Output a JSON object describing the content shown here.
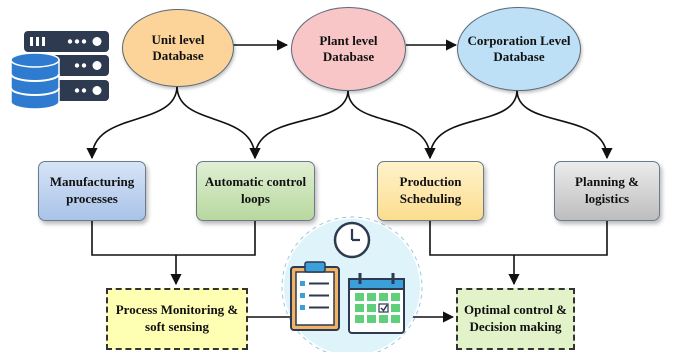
{
  "databases": {
    "unit": "Unit level\nDatabase",
    "plant": "Plant level\nDatabase",
    "corporation": "Corporation Level\nDatabase"
  },
  "processes": {
    "manufacturing": "Manufacturing\nprocesses",
    "automatic_control": "Automatic control\nloops",
    "production": "Production\nScheduling",
    "planning": "Planning &\nlogistics"
  },
  "outputs": {
    "monitoring": "Process Monitoring &\nsoft sensing",
    "optimal": "Optimal control &\nDecision making"
  },
  "icons": [
    "database-server-icon",
    "clipboard-checklist-icon",
    "clock-icon",
    "calendar-icon"
  ],
  "colors": {
    "unit_db": "#fcd49a",
    "plant_db": "#f8c6c6",
    "corp_db": "#bde0f7",
    "manufacturing": "#bcd2ef",
    "automatic_control": "#cfe5bd",
    "production": "#fdebb2",
    "planning": "#d8d8d8",
    "output_fill": "#ffffb3",
    "output_fill2": "#e2f2c9"
  }
}
